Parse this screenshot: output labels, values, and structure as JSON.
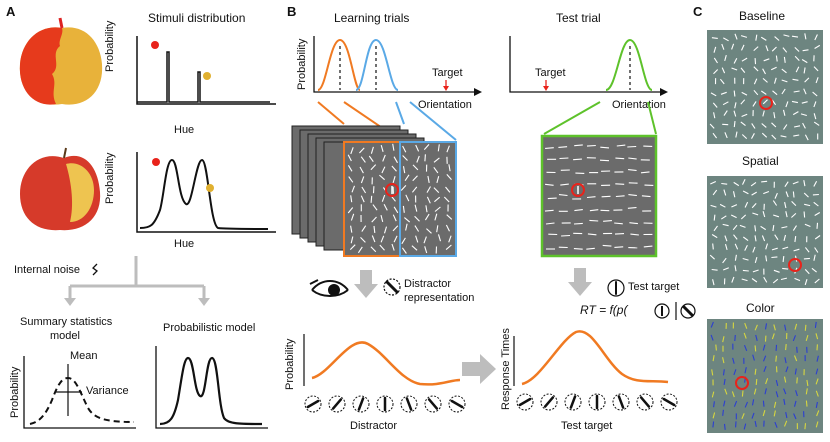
{
  "panel_a": {
    "label": "A",
    "stimuli_title": "Stimuli distribution",
    "ylabel": "Probability",
    "xlabel": "Hue",
    "internal_noise": "Internal noise",
    "summary_model": "Summary statistics\nmodel",
    "summary_model_line1": "Summary statistics",
    "summary_model_line2": "model",
    "prob_model": "Probabilistic model",
    "mean": "Mean",
    "variance": "Variance",
    "colors": {
      "red_dot": "#e8231b",
      "yellow_dot": "#e0b030"
    }
  },
  "panel_b": {
    "label": "B",
    "learning_title": "Learning trials",
    "test_title": "Test trial",
    "ylabel": "Probability",
    "orientation": "Orientation",
    "target": "Target",
    "distractor_repr_1": "Distractor",
    "distractor_repr_2": "representation",
    "test_target": "Test target",
    "rt_formula_prefix": "RT = f(p(",
    "response_times": "Response Times",
    "distractor_axis": "Distractor",
    "test_target_axis": "Test target",
    "colors": {
      "orange": "#f07a22",
      "blue": "#5aa9e6",
      "green": "#5ec22b",
      "red": "#e8231b",
      "search_bg": "#6b6b6b"
    }
  },
  "panel_c": {
    "label": "C",
    "baseline": "Baseline",
    "spatial": "Spatial",
    "color": "Color",
    "colors": {
      "bg": "#6d8580",
      "blue_lines": "#2c3fd0",
      "yellow_lines": "#d6d640"
    }
  }
}
